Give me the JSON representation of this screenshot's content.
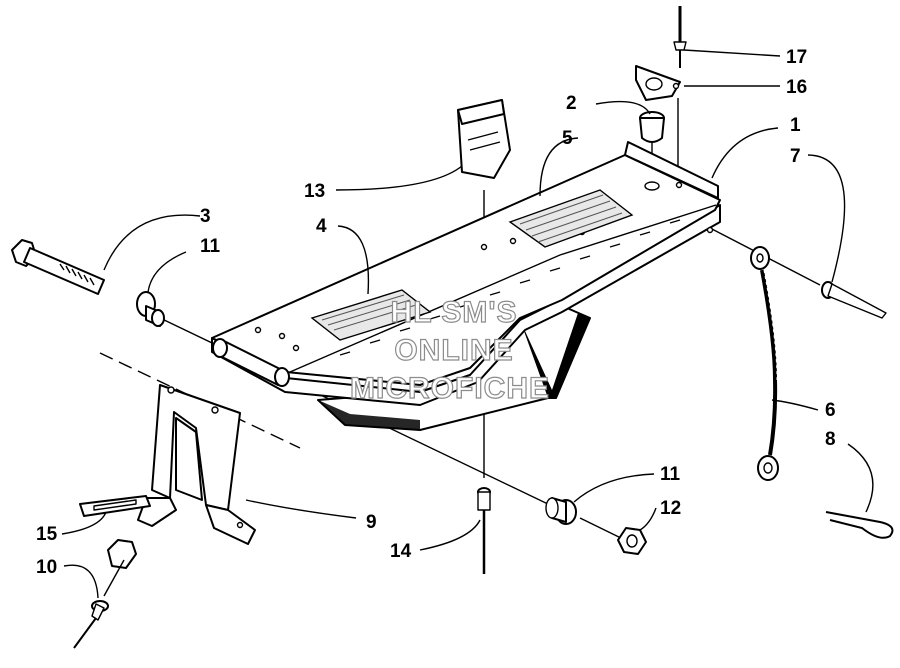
{
  "diagram": {
    "watermark": [
      "HL SM'S",
      "ONLINE",
      "MICROFICHE"
    ],
    "callouts": [
      {
        "id": "c1",
        "label": "1"
      },
      {
        "id": "c2",
        "label": "2"
      },
      {
        "id": "c3",
        "label": "3"
      },
      {
        "id": "c4",
        "label": "4"
      },
      {
        "id": "c5",
        "label": "5"
      },
      {
        "id": "c6",
        "label": "6"
      },
      {
        "id": "c7",
        "label": "7"
      },
      {
        "id": "c8",
        "label": "8"
      },
      {
        "id": "c9",
        "label": "9"
      },
      {
        "id": "c10",
        "label": "10"
      },
      {
        "id": "c11a",
        "label": "11"
      },
      {
        "id": "c11b",
        "label": "11"
      },
      {
        "id": "c12",
        "label": "12"
      },
      {
        "id": "c13",
        "label": "13"
      },
      {
        "id": "c14",
        "label": "14"
      },
      {
        "id": "c15",
        "label": "15"
      },
      {
        "id": "c16",
        "label": "16"
      },
      {
        "id": "c17",
        "label": "17"
      }
    ]
  }
}
